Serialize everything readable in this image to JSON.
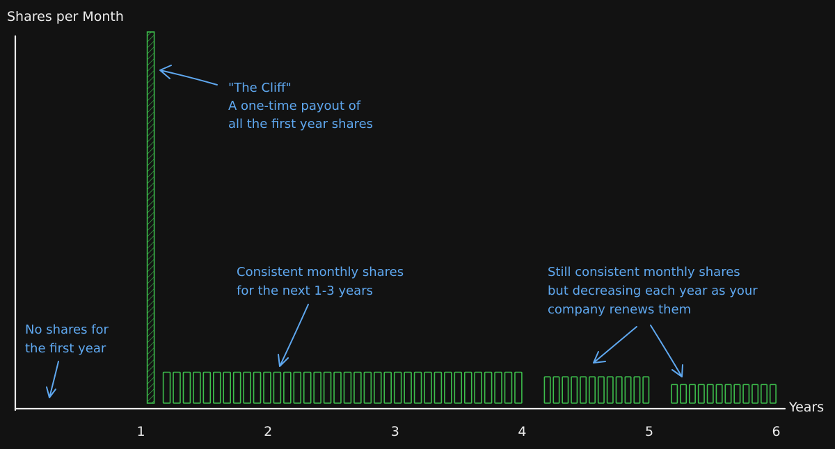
{
  "chart_data": {
    "type": "bar",
    "ylabel": "Shares per Month",
    "xlabel": "Years",
    "x_ticks": [
      "1",
      "2",
      "3",
      "4",
      "5",
      "6"
    ],
    "xlim": [
      0,
      6
    ],
    "units": "relative share units per month",
    "cliff": {
      "year": 1,
      "value": 12
    },
    "series": [
      {
        "year_range": [
          1,
          4
        ],
        "months": 36,
        "value_per_month": 1.0
      },
      {
        "year_range": [
          4,
          5
        ],
        "months": 12,
        "value_per_month": 0.85
      },
      {
        "year_range": [
          5,
          6
        ],
        "months": 12,
        "value_per_month": 0.6
      }
    ],
    "annotations": [
      {
        "lines": [
          "\"The Cliff\"",
          "A one-time payout of",
          "all the first year shares"
        ]
      },
      {
        "lines": [
          "Consistent monthly shares",
          "for the next 1-3 years"
        ]
      },
      {
        "lines": [
          "Still consistent monthly shares",
          "but decreasing each year as your",
          "company renews them"
        ]
      },
      {
        "lines": [
          "No shares for",
          "the first year"
        ]
      }
    ],
    "colors": {
      "bars": "#3dbe4c",
      "annotations": "#5fa8f0",
      "axes": "#ececec",
      "background": "#121212"
    }
  }
}
